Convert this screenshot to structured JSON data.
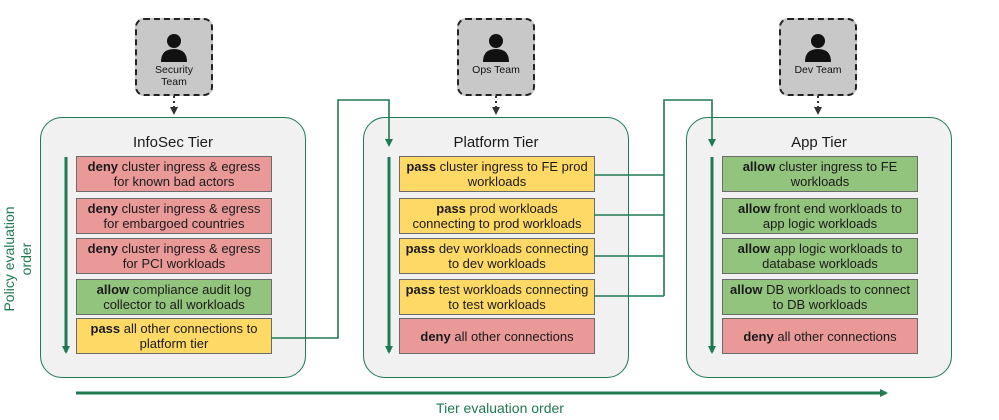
{
  "teams": [
    {
      "label": "Security Team",
      "icon": "person-icon"
    },
    {
      "label": "Ops Team",
      "icon": "person-icon"
    },
    {
      "label": "Dev Team",
      "icon": "person-icon"
    }
  ],
  "tiers": [
    {
      "title": "InfoSec Tier",
      "rules": [
        {
          "kind": "deny",
          "action": "deny",
          "text": " cluster ingress & egress for known bad actors"
        },
        {
          "kind": "deny",
          "action": "deny",
          "text": " cluster ingress & egress for embargoed countries"
        },
        {
          "kind": "deny",
          "action": "deny",
          "text": " cluster ingress & egress for PCI workloads"
        },
        {
          "kind": "allow",
          "action": "allow",
          "text": " compliance audit log collector to all workloads"
        },
        {
          "kind": "pass",
          "action": "pass",
          "text": " all other connections to platform tier"
        }
      ]
    },
    {
      "title": "Platform Tier",
      "rules": [
        {
          "kind": "pass",
          "action": "pass",
          "text": " cluster ingress to FE prod workloads"
        },
        {
          "kind": "pass",
          "action": "pass",
          "text": " prod workloads connecting to prod workloads"
        },
        {
          "kind": "pass",
          "action": "pass",
          "text": " dev workloads connecting to dev workloads"
        },
        {
          "kind": "pass",
          "action": "pass",
          "text": " test workloads connecting to test workloads"
        },
        {
          "kind": "deny",
          "action": "deny",
          "text": " all other connections"
        }
      ]
    },
    {
      "title": "App Tier",
      "rules": [
        {
          "kind": "allow",
          "action": "allow",
          "text": " cluster ingress to FE workloads"
        },
        {
          "kind": "allow",
          "action": "allow",
          "text": " front end workloads to app logic workloads"
        },
        {
          "kind": "allow",
          "action": "allow",
          "text": " app logic workloads to database workloads"
        },
        {
          "kind": "allow",
          "action": "allow",
          "text": " DB workloads to connect to DB workloads"
        },
        {
          "kind": "deny",
          "action": "deny",
          "text": " all other connections"
        }
      ]
    }
  ],
  "axis": {
    "policy_order": "Policy evaluation order",
    "tier_order": "Tier evaluation order"
  },
  "colors": {
    "deny": "#ea9999",
    "pass": "#ffd966",
    "allow": "#93c47d",
    "accent": "#1f7a52"
  }
}
